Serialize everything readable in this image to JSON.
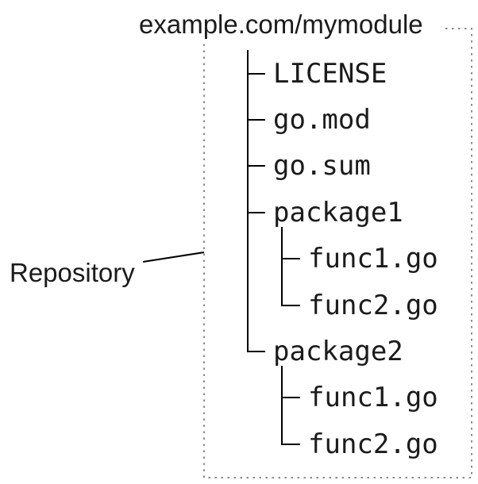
{
  "title": "example.com/mymodule",
  "annotation": {
    "label": "Repository"
  },
  "tree": {
    "items": [
      {
        "label": "LICENSE"
      },
      {
        "label": "go.mod"
      },
      {
        "label": "go.sum"
      },
      {
        "label": "package1",
        "children": [
          {
            "label": "func1.go"
          },
          {
            "label": "func2.go"
          }
        ]
      },
      {
        "label": "package2",
        "children": [
          {
            "label": "func1.go"
          },
          {
            "label": "func2.go"
          }
        ]
      }
    ]
  },
  "colors": {
    "tree_line": "#000000",
    "boundary_dotted": "#8a8a8a",
    "text": "#1b1b1b",
    "background": "#ffffff"
  }
}
